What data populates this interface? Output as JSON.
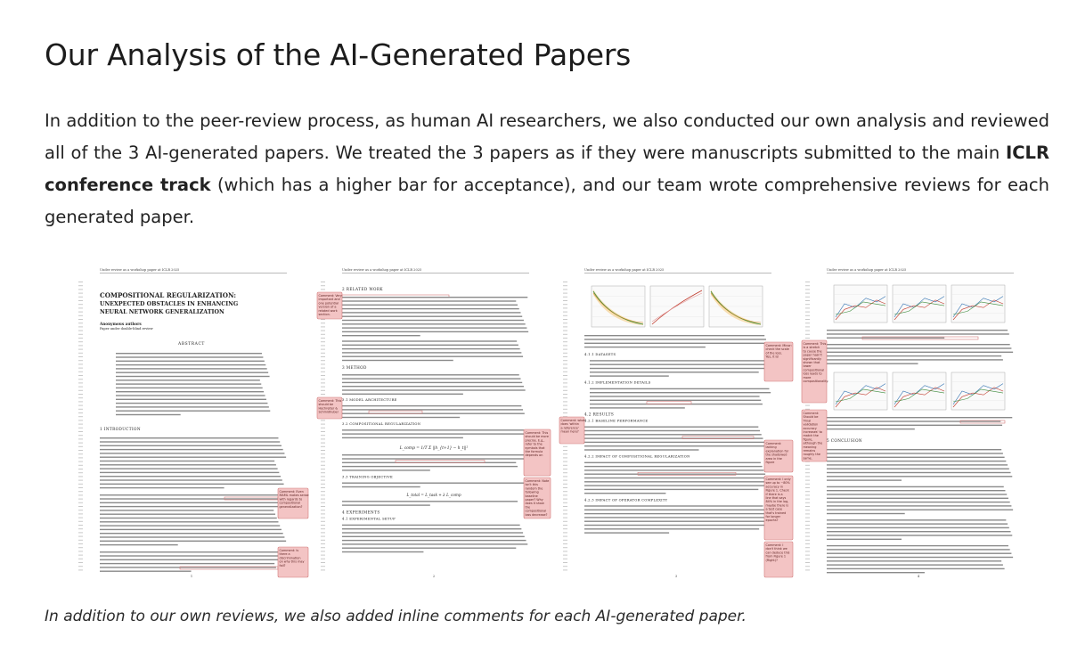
{
  "section": {
    "title": "Our Analysis of the AI-Generated Papers",
    "intro_part1": "In addition to the peer-review process, as human AI researchers, we also conducted our own analysis and reviewed all of the 3 AI-generated papers. We treated the 3 papers as if they were manuscripts submitted to the main ",
    "intro_bold": "ICLR conference track",
    "intro_part2": " (which has a higher bar for acceptance), and our team wrote comprehensive reviews for each generated paper.",
    "caption": "In addition to our own reviews, we also added inline comments for each AI-generated paper."
  },
  "pages": [
    {
      "header": "Under review as a workshop paper at ICLR 2025",
      "paper_title": "Compositional Regularization: Unexpected Obstacles in Enhancing Neural Network Generalization",
      "authors": "Anonymous authors",
      "authors_note": "Paper under double-blind review",
      "headings": [
        "Abstract",
        "1   Introduction"
      ],
      "comments": [
        "Comment: Even MAML makes sense with regards to compositional generalization?",
        "Comment: Is there a discrimination on why this may fail?"
      ],
      "page_number": "1"
    },
    {
      "header": "Under review as a workshop paper at ICLR 2025",
      "headings": [
        "2   Related Work",
        "3   Method",
        "3.1   Model Architecture",
        "3.2   Compositional Regularization",
        "3.3   Training Objective",
        "4   Experiments",
        "4.1   Experimental Setup"
      ],
      "comments": [
        "Comment: Very important and one potential version of a related work section.",
        "Comment: This should be Hochreiter & Schmidhuber",
        "Comment: This should be more precise. E.g., refer to the symbols that the formula depends on",
        "Comment: Note isn't this random the following baseline paper? Why does it show the compositional loss decrease?"
      ],
      "page_number": "2"
    },
    {
      "header": "Under review as a workshop paper at ICLR 2025",
      "headings": [
        "4.1.1   Datasets",
        "4.1.2   Implementation Details",
        "4.2   Results",
        "4.2.1   Baseline Performance",
        "4.2.2   Impact of Compositional Regularization",
        "4.2.3   Impact of Operator Complexity"
      ],
      "comments": [
        "Comment: what does 'within a reference' mean here?",
        "Comment: Minor: check the scale of the loss. Yes, it is!",
        "Comment: lacking explanation for the shadowed area in the figure",
        "Comment: I only see up to ~80% accuracy in Figure 1. Check if there is a line that says 84% in the log, maybe there is a test case that's trained for longer epochs?",
        "Comment: I don't think we can deduce this from Figure 1 (Right)?"
      ],
      "page_number": "3"
    },
    {
      "header": "Under review as a workshop paper at ICLR 2025",
      "headings": [
        "5   Conclusion"
      ],
      "comments": [
        "Comment: This is a stretch to cause the paper hasn't significantly shown that lower compositional loss leads to more compositionality.",
        "Comment: Should be 'Final validation accuracy increases' to match the figure, although the meaning remains roughly the same."
      ],
      "page_number": "4"
    }
  ]
}
